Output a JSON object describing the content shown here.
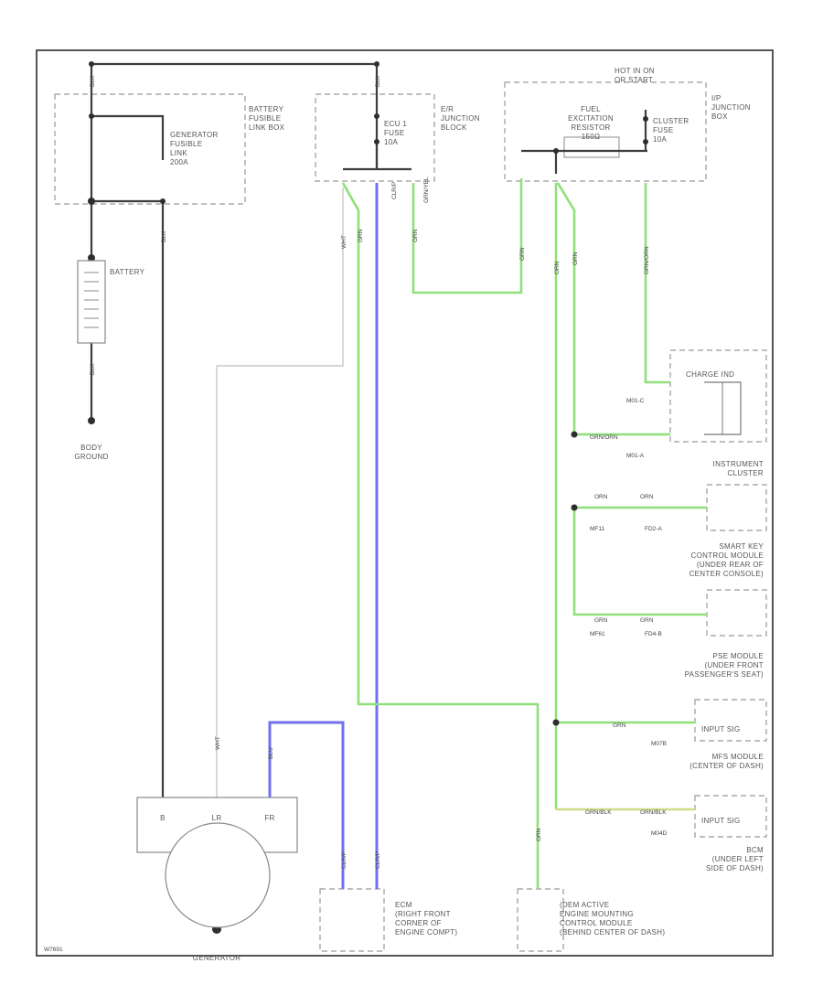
{
  "labels": {
    "battery_fusible_link_box": [
      "BATTERY",
      "FUSIBLE",
      "LINK BOX"
    ],
    "generator_fusible_link": [
      "GENERATOR",
      "FUSIBLE",
      "LINK",
      "200A"
    ],
    "engine_room_junction_block": [
      "E/R",
      "JUNCTION",
      "BLOCK"
    ],
    "ecu_fuse": [
      "ECU 1",
      "FUSE",
      "10A"
    ],
    "hot_in_on": [
      "HOT IN ON",
      "OR START"
    ],
    "ip_junction_block": [
      "I/P",
      "JUNCTION",
      "BOX"
    ],
    "fuel_excitation_resistor": [
      "FUEL",
      "EXCITATION",
      "RESISTOR",
      "150Ω"
    ],
    "cluster_fuse": [
      "CLUSTER",
      "FUSE",
      "10A"
    ],
    "battery": "BATTERY",
    "body_ground": [
      "BODY",
      "GROUND"
    ],
    "charge_ind": "CHARGE IND",
    "instrument_cluster": [
      "INSTRUMENT",
      "CLUSTER"
    ],
    "smart_key_module": [
      "SMART KEY",
      "CONTROL MODULE",
      "(UNDER REAR OF",
      "CENTER CONSOLE)"
    ],
    "pse_module": [
      "PSE MODULE",
      "(UNDER FRONT",
      "PASSENGER'S SEAT)"
    ],
    "mfs_module": [
      "MFS MODULE",
      "(CENTER OF DASH)"
    ],
    "bcm": [
      "BCM",
      "(UNDER LEFT",
      "SIDE OF DASH)"
    ],
    "input_sig": "INPUT SIG",
    "ecm": [
      "ECM",
      "(RIGHT FRONT",
      "CORNER OF",
      "ENGINE COMPT)"
    ],
    "active_engine_mounting": [
      "(DEM ACTIVE",
      "ENGINE MOUNTING",
      "CONTROL MODULE",
      "(BEHIND CENTER OF DASH)"
    ],
    "generator": "GENERATOR",
    "gen_terminals": [
      "B",
      "LR",
      "FR"
    ],
    "conn_codes": [
      "M01-C",
      "M01-A",
      "MF11",
      "FD2-A",
      "MF61",
      "FD4-B",
      "M07B",
      "M04D"
    ],
    "fig_code": "W7691"
  },
  "wire_labels": {
    "blk": "BLK",
    "wht": "WHT",
    "grn": "GRN",
    "blu": "BLU",
    "clrp": "CLR/P",
    "grnyel": "GRN/YEL",
    "orn": "ORN",
    "grnorn": "GRN/ORN",
    "grnblk": "GRN/BLK"
  },
  "colors": {
    "green_wire": "#8fe07a",
    "blue_wire": "#7070f0",
    "black_wire": "#3d3d3d",
    "white_wire": "#c8c8c8",
    "yellow_wire": "#d4dc8a"
  }
}
